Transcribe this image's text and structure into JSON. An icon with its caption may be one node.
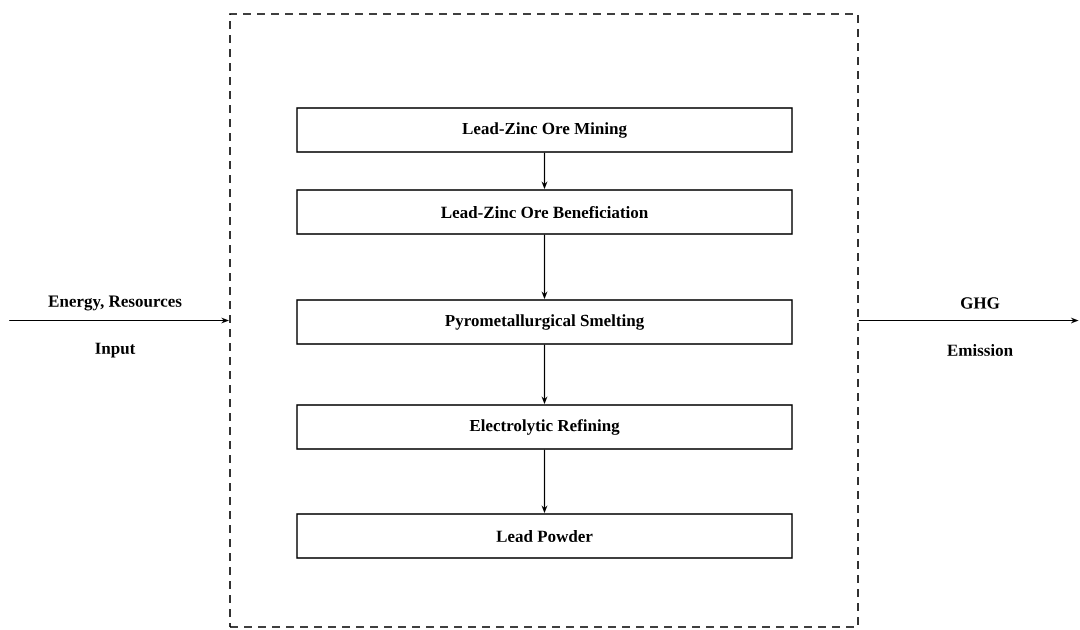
{
  "diagram": {
    "nodes": [
      {
        "text": [],
        "shape": "box"
      },
      {
        "text": [
          "Lead-Zinc Ore Mining"
        ],
        "in": 0
      },
      {
        "text": [
          "Lead-Zinc Ore Beneficiation"
        ],
        "in": 0
      },
      {
        "text": [
          "Pyrometallurgical Smelting"
        ],
        "in": 0
      },
      {
        "text": [
          "Electrolytic Refining"
        ],
        "in": 0
      },
      {
        "text": [
          "Lead Powder"
        ],
        "in": 0
      }
    ],
    "edges": [
      {
        "from": 1,
        "to": 2,
        "arrow": "to"
      },
      {
        "from": 2,
        "to": 3,
        "arrow": "to"
      },
      {
        "from": 3,
        "to": 4,
        "arrow": "to"
      },
      {
        "from": 4,
        "to": 5,
        "arrow": "to"
      },
      {
        "from": null,
        "to": 0,
        "arrow": "to"
      },
      {
        "from": 0,
        "to": null,
        "arrow": "to"
      }
    ],
    "labels": [
      "Energy, Resources",
      "Input",
      "GHG",
      "Emission"
    ]
  }
}
